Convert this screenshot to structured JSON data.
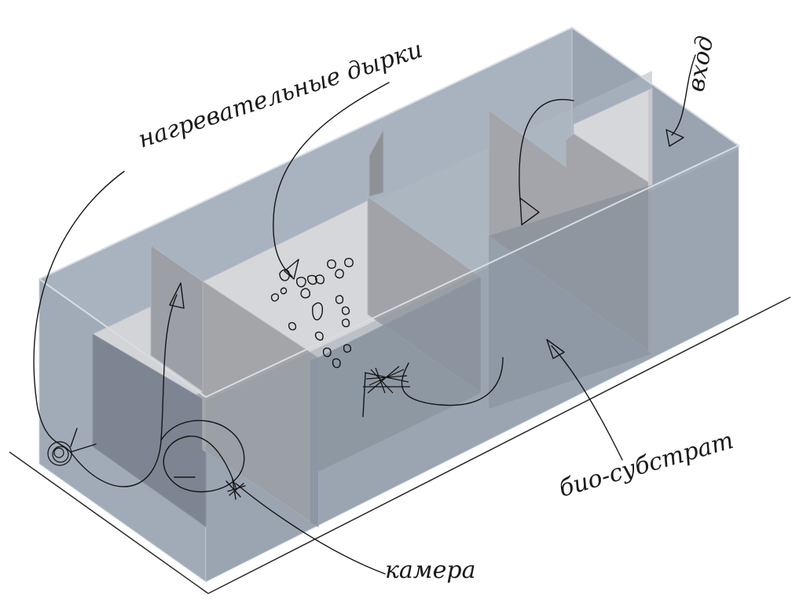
{
  "labels": {
    "heating_holes": "нагревательные дырки",
    "entrance": "вход",
    "bio_substrate": "био-субстрат",
    "mine": "камера"
  },
  "colors": {
    "ground_line": "#2a2a2a",
    "box_outer": "#a7b1bd",
    "box_side": "#8c96a3",
    "box_dark": "#6f7884",
    "wall_light": "#d4d5d8",
    "wall_mid": "#9fa1a5",
    "ink": "#151515"
  },
  "icons": [
    "arrow-icon",
    "scribble-icon",
    "pebble-icon"
  ]
}
